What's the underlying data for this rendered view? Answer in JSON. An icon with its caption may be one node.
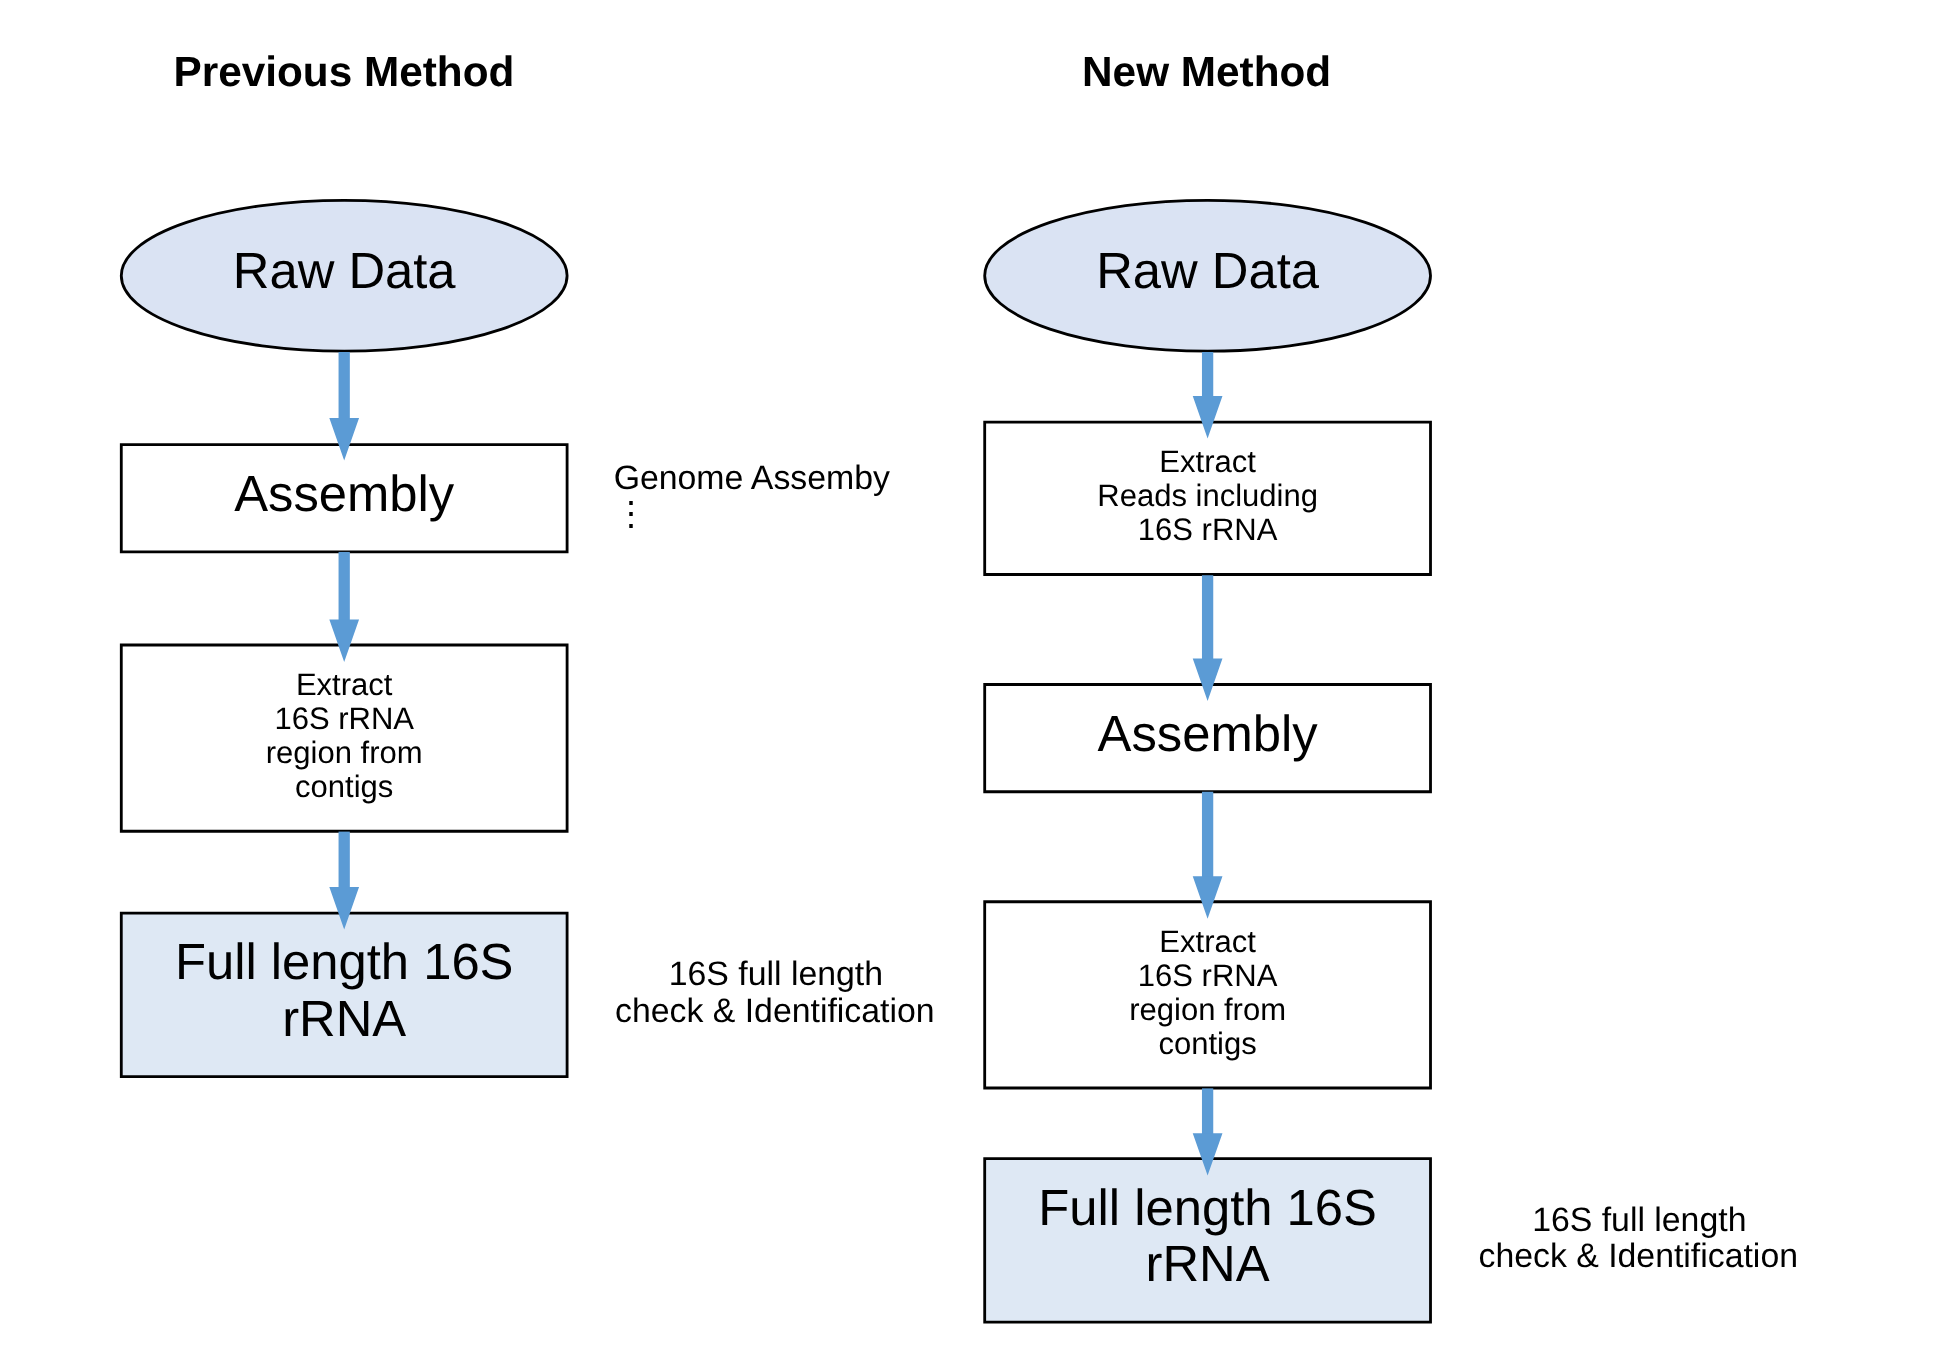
{
  "diagram": {
    "nodes": [
      {
        "text": [
          "Raw Data"
        ]
      },
      {
        "text": [
          "Assembly"
        ],
        "beside": [
          "Genome Assemby",
          "⋮"
        ]
      },
      {
        "text": [
          "Extract 16S rRNA region from contigs"
        ]
      },
      {
        "text": [
          "Full length 16S rRNA"
        ],
        "beside": [
          "16S full length check & Identification"
        ]
      },
      {
        "text": [
          "Raw Data"
        ]
      },
      {
        "text": [
          "Extract Reads including 16S rRNA"
        ]
      },
      {
        "text": [
          "Assembly"
        ]
      },
      {
        "text": [
          "Extract 16S rRNA region from contigs"
        ]
      },
      {
        "text": [
          "Full length 16S rRNA"
        ],
        "beside": [
          "16S full length check & Identification"
        ]
      }
    ],
    "edges": [
      {
        "from": 0,
        "to": 1,
        "arrow": "to"
      },
      {
        "from": 1,
        "to": 2,
        "arrow": "to"
      },
      {
        "from": 2,
        "to": 3,
        "arrow": "to"
      },
      {
        "from": 4,
        "to": 5,
        "arrow": "to"
      },
      {
        "from": 5,
        "to": 6,
        "arrow": "to"
      },
      {
        "from": 6,
        "to": 7,
        "arrow": "to"
      },
      {
        "from": 7,
        "to": 8,
        "arrow": "to"
      }
    ],
    "labels": [
      "Previous Method",
      "New Method"
    ]
  }
}
